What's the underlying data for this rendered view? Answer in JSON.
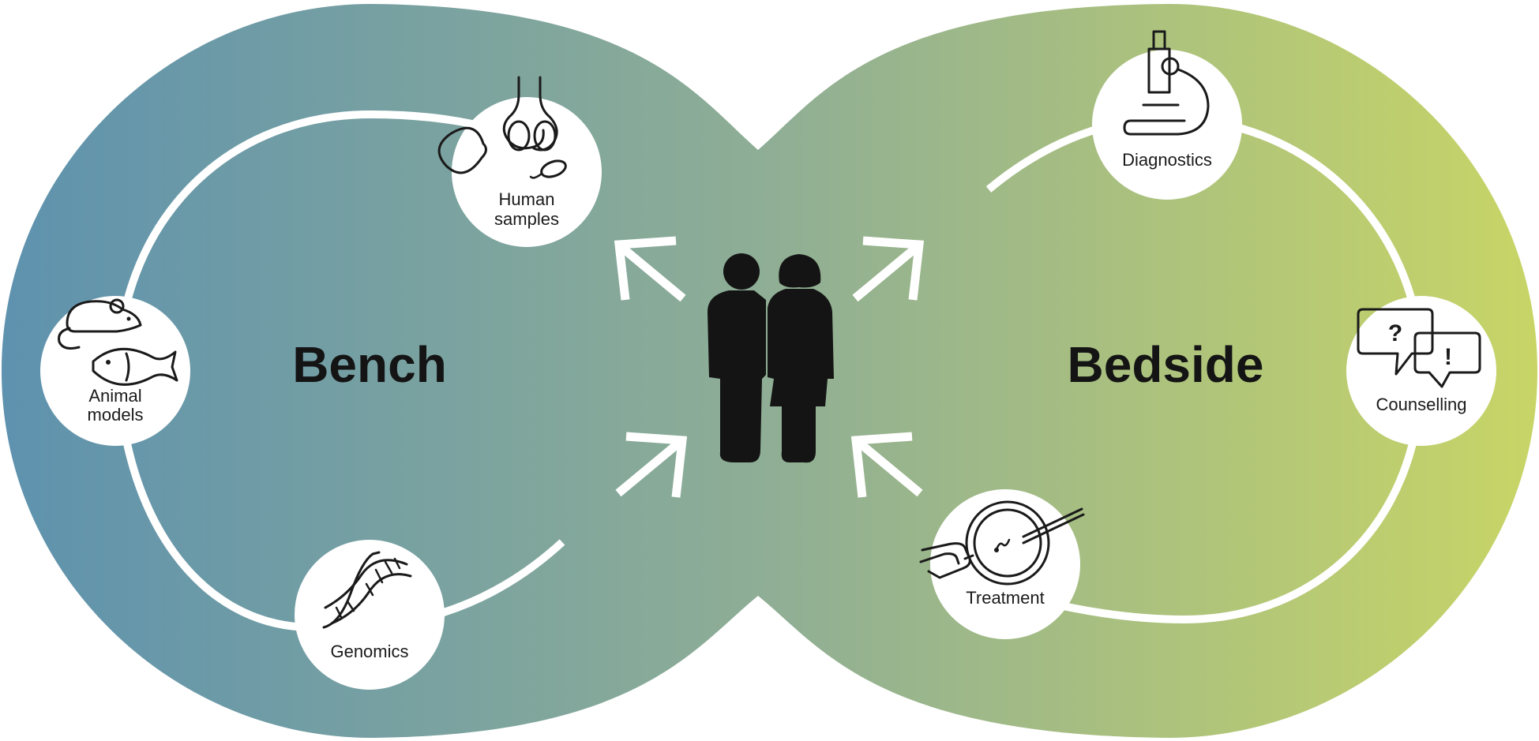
{
  "titles": {
    "bench": "Bench",
    "bedside": "Bedside"
  },
  "nodes": {
    "human_samples": {
      "line1": "Human",
      "line2": "samples",
      "icon": "testis-sperm-icon"
    },
    "animal_models": {
      "line1": "Animal",
      "line2": "models",
      "icon": "mouse-fish-icon"
    },
    "genomics": {
      "label": "Genomics",
      "icon": "dna-helix-icon"
    },
    "diagnostics": {
      "label": "Diagnostics",
      "icon": "microscope-icon"
    },
    "counselling": {
      "label": "Counselling",
      "icon": "speech-bubbles-icon"
    },
    "treatment": {
      "label": "Treatment",
      "icon": "icsi-injection-icon"
    }
  },
  "center": {
    "icon": "couple-icon"
  },
  "colors": {
    "gradient_left": "#5e92ae",
    "gradient_mid": "#8fae95",
    "gradient_right": "#c8d566",
    "ring": "#ffffff",
    "text": "#141414"
  }
}
